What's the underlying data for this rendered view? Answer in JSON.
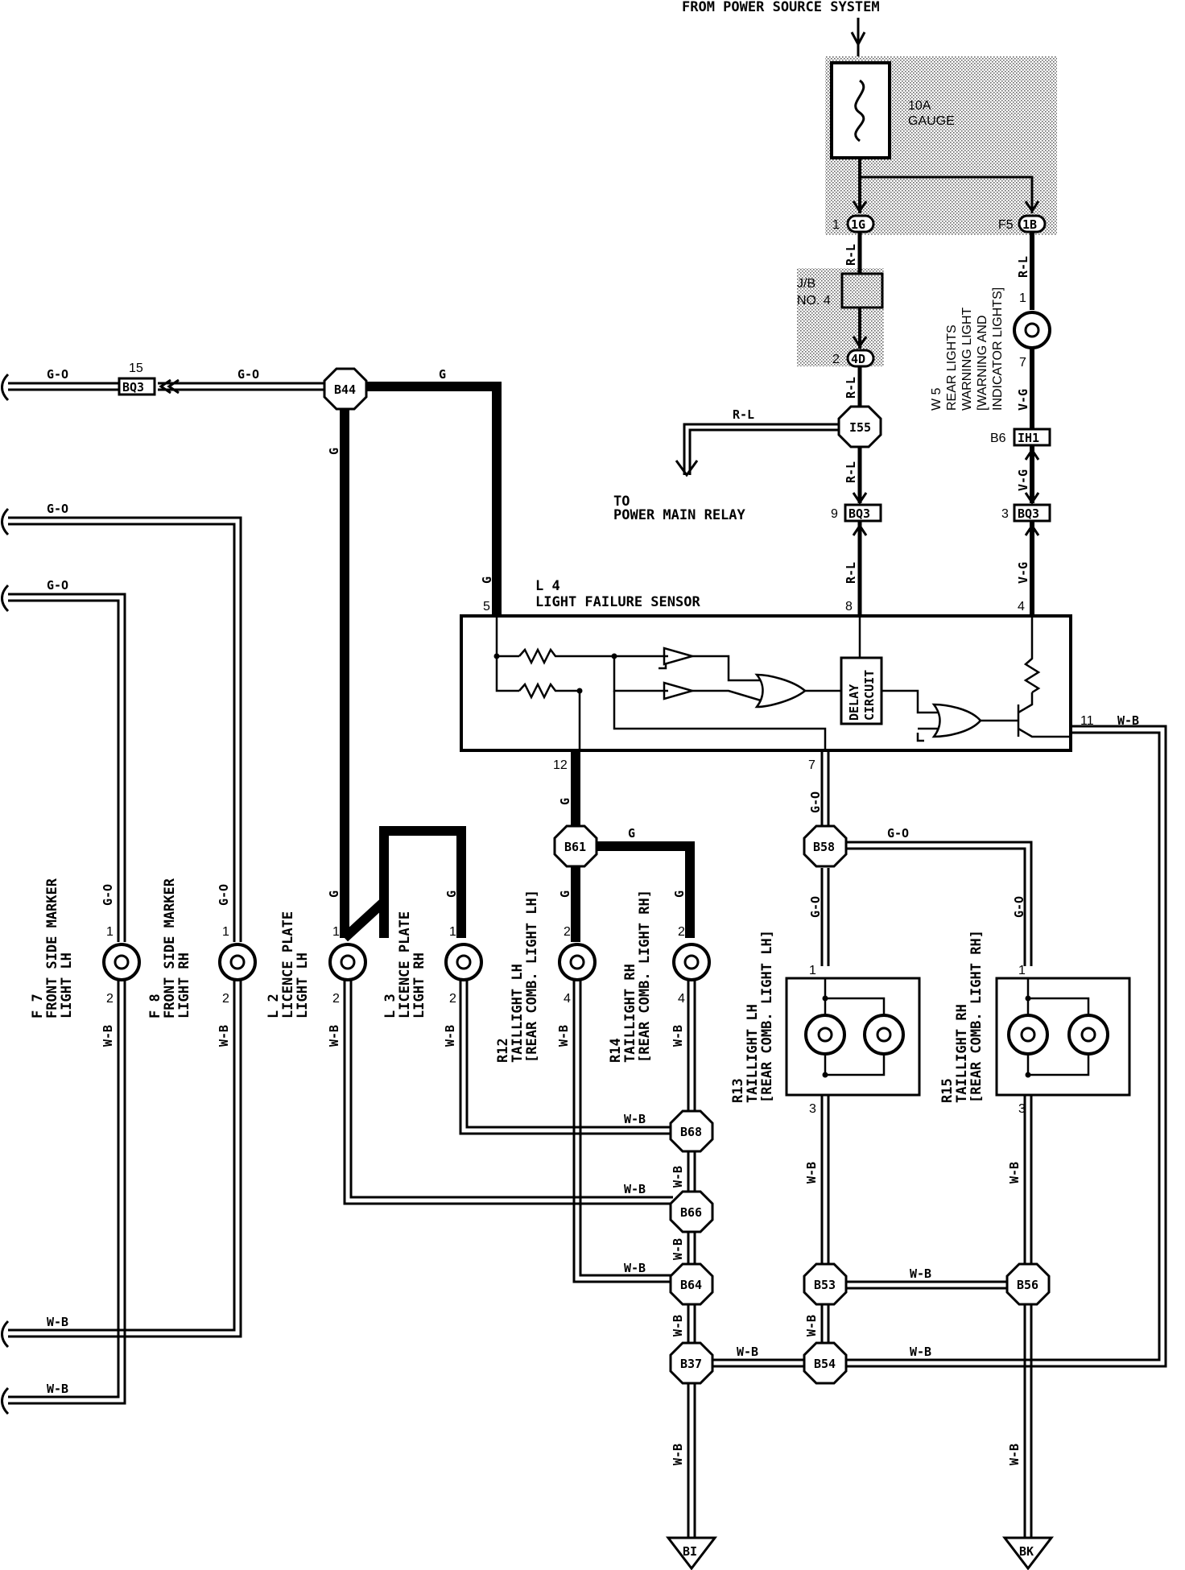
{
  "header": {
    "title": "FROM POWER SOURCE SYSTEM"
  },
  "fuse": {
    "rating": "10A",
    "name": "GAUGE"
  },
  "junction_block": {
    "line1": "J/B",
    "line2": "NO. 4"
  },
  "pins": {
    "p1": "1",
    "pF5": "F5",
    "p2": "2",
    "p9": "9",
    "p3": "3",
    "p5": "5",
    "p8": "8",
    "p4": "4",
    "p12": "12",
    "p7": "7",
    "p11": "11",
    "w5_1": "1",
    "w5_7": "7",
    "b6": "B6",
    "f7_1": "1",
    "f7_2": "2",
    "f8_1": "1",
    "f8_2": "2",
    "l2_1": "1",
    "l2_2": "2",
    "l3_1": "1",
    "l3_2": "2",
    "r12_2": "2",
    "r12_4": "4",
    "r14_2": "2",
    "r14_4": "4",
    "r13_1": "1",
    "r13_3": "3",
    "r15_1": "1",
    "r15_3": "3",
    "bq3_15": "15"
  },
  "connectors": {
    "c1g": "1G",
    "c1b": "1B",
    "c4d": "4D",
    "ih1": "IH1",
    "bq3": "BQ3"
  },
  "splices": {
    "b44": "B44",
    "i55": "I55",
    "b61": "B61",
    "b58": "B58",
    "b68": "B68",
    "b66": "B66",
    "b64": "B64",
    "b53": "B53",
    "b56": "B56",
    "b37": "B37",
    "b54": "B54"
  },
  "grounds": {
    "bi": "BI",
    "bk": "BK"
  },
  "wires": {
    "go": "G-O",
    "g": "G",
    "rl": "R-L",
    "vg": "V-G",
    "wb": "W-B"
  },
  "labels": {
    "to_power_line1": "TO",
    "to_power_line2": "POWER MAIN RELAY",
    "l4_id": "L 4",
    "l4_name": "LIGHT FAILURE SENSOR",
    "delay_circuit_1": "DELAY",
    "delay_circuit_2": "CIRCUIT",
    "w5_id": "W 5",
    "w5_l1": "REAR LIGHTS",
    "w5_l2": "WARNING LIGHT",
    "w5_l3": "[WARNING AND",
    "w5_l4": "INDICATOR LIGHTS]",
    "f7_id": "F 7",
    "f7_l1": "FRONT SIDE MARKER",
    "f7_l2": "LIGHT LH",
    "f8_id": "F 8",
    "f8_l1": "FRONT SIDE MARKER",
    "f8_l2": "LIGHT RH",
    "l2_id": "L 2",
    "l2_l1": "LICENCE PLATE",
    "l2_l2": "LIGHT LH",
    "l3_id": "L 3",
    "l3_l1": "LICENCE PLATE",
    "l3_l2": "LIGHT RH",
    "r12_id": "R12",
    "r12_l1": "TAILLIGHT LH",
    "r12_l2": "[REAR COMB. LIGHT LH]",
    "r14_id": "R14",
    "r14_l1": "TAILLIGHT RH",
    "r14_l2": "[REAR COMB. LIGHT RH]",
    "r13_id": "R13",
    "r13_l1": "TAILLIGHT LH",
    "r13_l2": "[REAR COMB. LIGHT LH]",
    "r15_id": "R15",
    "r15_l1": "TAILLIGHT RH",
    "r15_l2": "[REAR COMB. LIGHT RH]"
  }
}
